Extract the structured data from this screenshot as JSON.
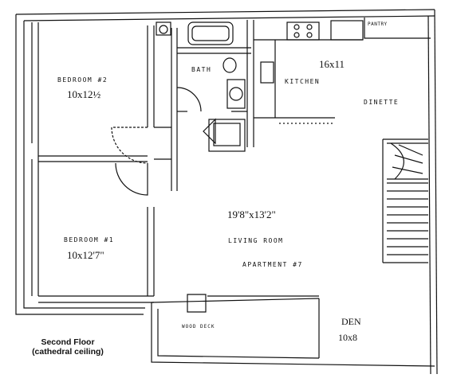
{
  "rooms": {
    "bedroom2": {
      "name": "BEDROOM #2",
      "size": "10x12½"
    },
    "bath": {
      "name": "BATH"
    },
    "kitchen": {
      "name": "KITCHEN",
      "size": "16x11"
    },
    "pantry": {
      "name": "PANTRY"
    },
    "dinette": {
      "name": "DINETTE"
    },
    "living": {
      "name": "LIVING ROOM",
      "size": "19'8\"x13'2\""
    },
    "apartment": {
      "name": "APARTMENT #7"
    },
    "bedroom1": {
      "name": "BEDROOM #1",
      "size": "10x12'7\""
    },
    "deck": {
      "name": "WOOD DECK"
    },
    "den": {
      "name": "DEN",
      "size": "10x8"
    }
  },
  "caption": {
    "line1": "Second Floor",
    "line2": "(cathedral ceiling)"
  }
}
